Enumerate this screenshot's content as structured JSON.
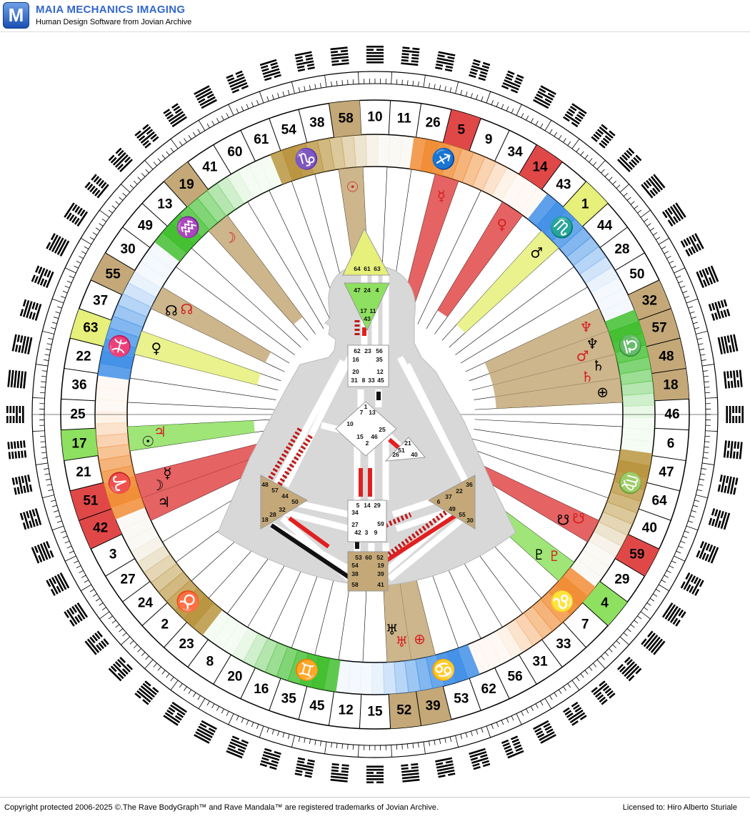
{
  "app": {
    "logo_letter": "M",
    "title": "MAIA MECHANICS IMAGING",
    "subtitle": "Human Design Software from Jovian Archive"
  },
  "footer": {
    "copyright": "Copyright protected 2006-2025 ©.The Rave BodyGraph™ and Rave Mandala™ are registered trademarks of Jovian Archive.",
    "license": "Licensed to: Hiro Alberto Sturiale"
  },
  "wheel": {
    "gates": [
      10,
      11,
      26,
      5,
      9,
      34,
      14,
      43,
      1,
      44,
      28,
      50,
      32,
      57,
      48,
      18,
      46,
      6,
      47,
      64,
      40,
      59,
      29,
      4,
      7,
      33,
      31,
      56,
      62,
      53,
      39,
      52,
      15,
      12,
      45,
      35,
      16,
      20,
      8,
      23,
      2,
      24,
      27,
      3,
      42,
      51,
      21,
      17,
      25,
      36,
      22,
      63,
      37,
      55,
      30,
      49,
      13,
      19,
      41,
      60,
      61,
      54,
      38,
      58
    ],
    "highlighted": {
      "58": "#c4a878",
      "5": "#e04848",
      "14": "#e04848",
      "1": "#e6f07a",
      "32": "#c4a878",
      "57": "#c4a878",
      "48": "#c4a878",
      "18": "#c4a878",
      "59": "#e04848",
      "4": "#8ee060",
      "52": "#c4a878",
      "39": "#c4a878",
      "42": "#e04848",
      "51": "#e04848",
      "17": "#8ee060",
      "63": "#e6f07a",
      "55": "#c4a878",
      "19": "#c4a878"
    },
    "signs": [
      {
        "glyph": "♑",
        "color": "#b8923a"
      },
      {
        "glyph": "♐",
        "color": "#f08a30"
      },
      {
        "glyph": "♏",
        "color": "#3d8ee6"
      },
      {
        "glyph": "♎",
        "color": "#3cbd2a"
      },
      {
        "glyph": "♍",
        "color": "#b8923a"
      },
      {
        "glyph": "♌",
        "color": "#f08a30"
      },
      {
        "glyph": "♋",
        "color": "#3d8ee6"
      },
      {
        "glyph": "♊",
        "color": "#3cbd2a"
      },
      {
        "glyph": "♉",
        "color": "#b8923a"
      },
      {
        "glyph": "♈",
        "color": "#f08a30"
      },
      {
        "glyph": "♓",
        "color": "#3d8ee6"
      },
      {
        "glyph": "♒",
        "color": "#3cbd2a"
      }
    ],
    "activations": [
      {
        "gate": 58,
        "symbols": [
          {
            "g": "☉",
            "c": "#d42020"
          }
        ],
        "color": "#c4a878"
      },
      {
        "gate": 5,
        "symbols": [
          {
            "g": "☿",
            "c": "#d42020"
          }
        ],
        "color": "#e04848"
      },
      {
        "gate": 14,
        "symbols": [
          {
            "g": "♀",
            "c": "#d42020"
          }
        ],
        "color": "#e04848"
      },
      {
        "gate": 1,
        "symbols": [
          {
            "g": "♂",
            "c": "#000000"
          }
        ],
        "color": "#e6f07a"
      },
      {
        "gate": 32,
        "symbols": [
          {
            "g": "♆",
            "c": "#d42020"
          }
        ],
        "color": "#c4a878"
      },
      {
        "gate": 57,
        "symbols": [
          {
            "g": "♆",
            "c": "#000000"
          },
          {
            "g": "♂",
            "c": "#d42020"
          }
        ],
        "color": "#c4a878"
      },
      {
        "gate": 48,
        "symbols": [
          {
            "g": "♄",
            "c": "#000000"
          },
          {
            "g": "♄",
            "c": "#d42020"
          }
        ],
        "color": "#c4a878"
      },
      {
        "gate": 18,
        "symbols": [
          {
            "g": "⊕",
            "c": "#000000"
          }
        ],
        "color": "#c4a878"
      },
      {
        "gate": 59,
        "symbols": [
          {
            "g": "☋",
            "c": "#d42020"
          },
          {
            "g": "☋",
            "c": "#000000"
          }
        ],
        "color": "#e04848"
      },
      {
        "gate": 4,
        "symbols": [
          {
            "g": "♇",
            "c": "#d42020"
          },
          {
            "g": "♇",
            "c": "#000000"
          }
        ],
        "color": "#8ee060"
      },
      {
        "gate": 52,
        "symbols": [
          {
            "g": "♅",
            "c": "#d42020"
          },
          {
            "g": "♅",
            "c": "#000000"
          }
        ],
        "color": "#c4a878"
      },
      {
        "gate": 39,
        "symbols": [
          {
            "g": "⊕",
            "c": "#d42020"
          }
        ],
        "color": "#c4a878"
      },
      {
        "gate": 42,
        "symbols": [
          {
            "g": "♃",
            "c": "#000000"
          }
        ],
        "color": "#e04848"
      },
      {
        "gate": 51,
        "symbols": [
          {
            "g": "☽",
            "c": "#000000"
          },
          {
            "g": "☿",
            "c": "#000000"
          }
        ],
        "color": "#e04848"
      },
      {
        "gate": 17,
        "symbols": [
          {
            "g": "☉",
            "c": "#000000"
          },
          {
            "g": "♃",
            "c": "#d42020"
          }
        ],
        "color": "#8ee060"
      },
      {
        "gate": 63,
        "symbols": [
          {
            "g": "♀",
            "c": "#000000"
          }
        ],
        "color": "#e6f07a"
      },
      {
        "gate": 55,
        "symbols": [
          {
            "g": "☊",
            "c": "#000000"
          },
          {
            "g": "☊",
            "c": "#d42020"
          }
        ],
        "color": "#c4a878"
      },
      {
        "gate": 19,
        "symbols": [
          {
            "g": "☽",
            "c": "#d42020"
          }
        ],
        "color": "#c4a878"
      }
    ]
  },
  "bodygraph": {
    "head": {
      "gates": [
        "64",
        "61",
        "63"
      ]
    },
    "ajna": {
      "gates": [
        "47",
        "24",
        "4",
        "17",
        "11",
        "43"
      ]
    },
    "throat": {
      "gates": [
        "62",
        "23",
        "56",
        "16",
        "35",
        "20",
        "12",
        "31",
        "8",
        "33",
        "45"
      ]
    },
    "g": {
      "gates": [
        "1",
        "7",
        "13",
        "10",
        "25",
        "15",
        "46",
        "2"
      ]
    },
    "ego": {
      "gates": [
        "21",
        "51",
        "26",
        "40"
      ]
    },
    "sacral": {
      "gates": [
        "5",
        "14",
        "29",
        "34",
        "27",
        "42",
        "3",
        "59",
        "9"
      ]
    },
    "spleen": {
      "gates": [
        "48",
        "57",
        "44",
        "50",
        "32",
        "28",
        "18"
      ]
    },
    "sp": {
      "gates": [
        "36",
        "22",
        "37",
        "6",
        "49",
        "55",
        "30"
      ]
    },
    "root": {
      "gates": [
        "53",
        "60",
        "52",
        "54",
        "19",
        "38",
        "39",
        "58",
        "41"
      ]
    },
    "centers": {
      "head": "#e6f07a",
      "ajna": "#8ee060",
      "throat": "#ffffff",
      "g": "#ffffff",
      "ego": "#ffffff",
      "sacral": "#ffffff",
      "spleen": "#c4a878",
      "sp": "#c4a878",
      "root": "#c4a878"
    }
  }
}
